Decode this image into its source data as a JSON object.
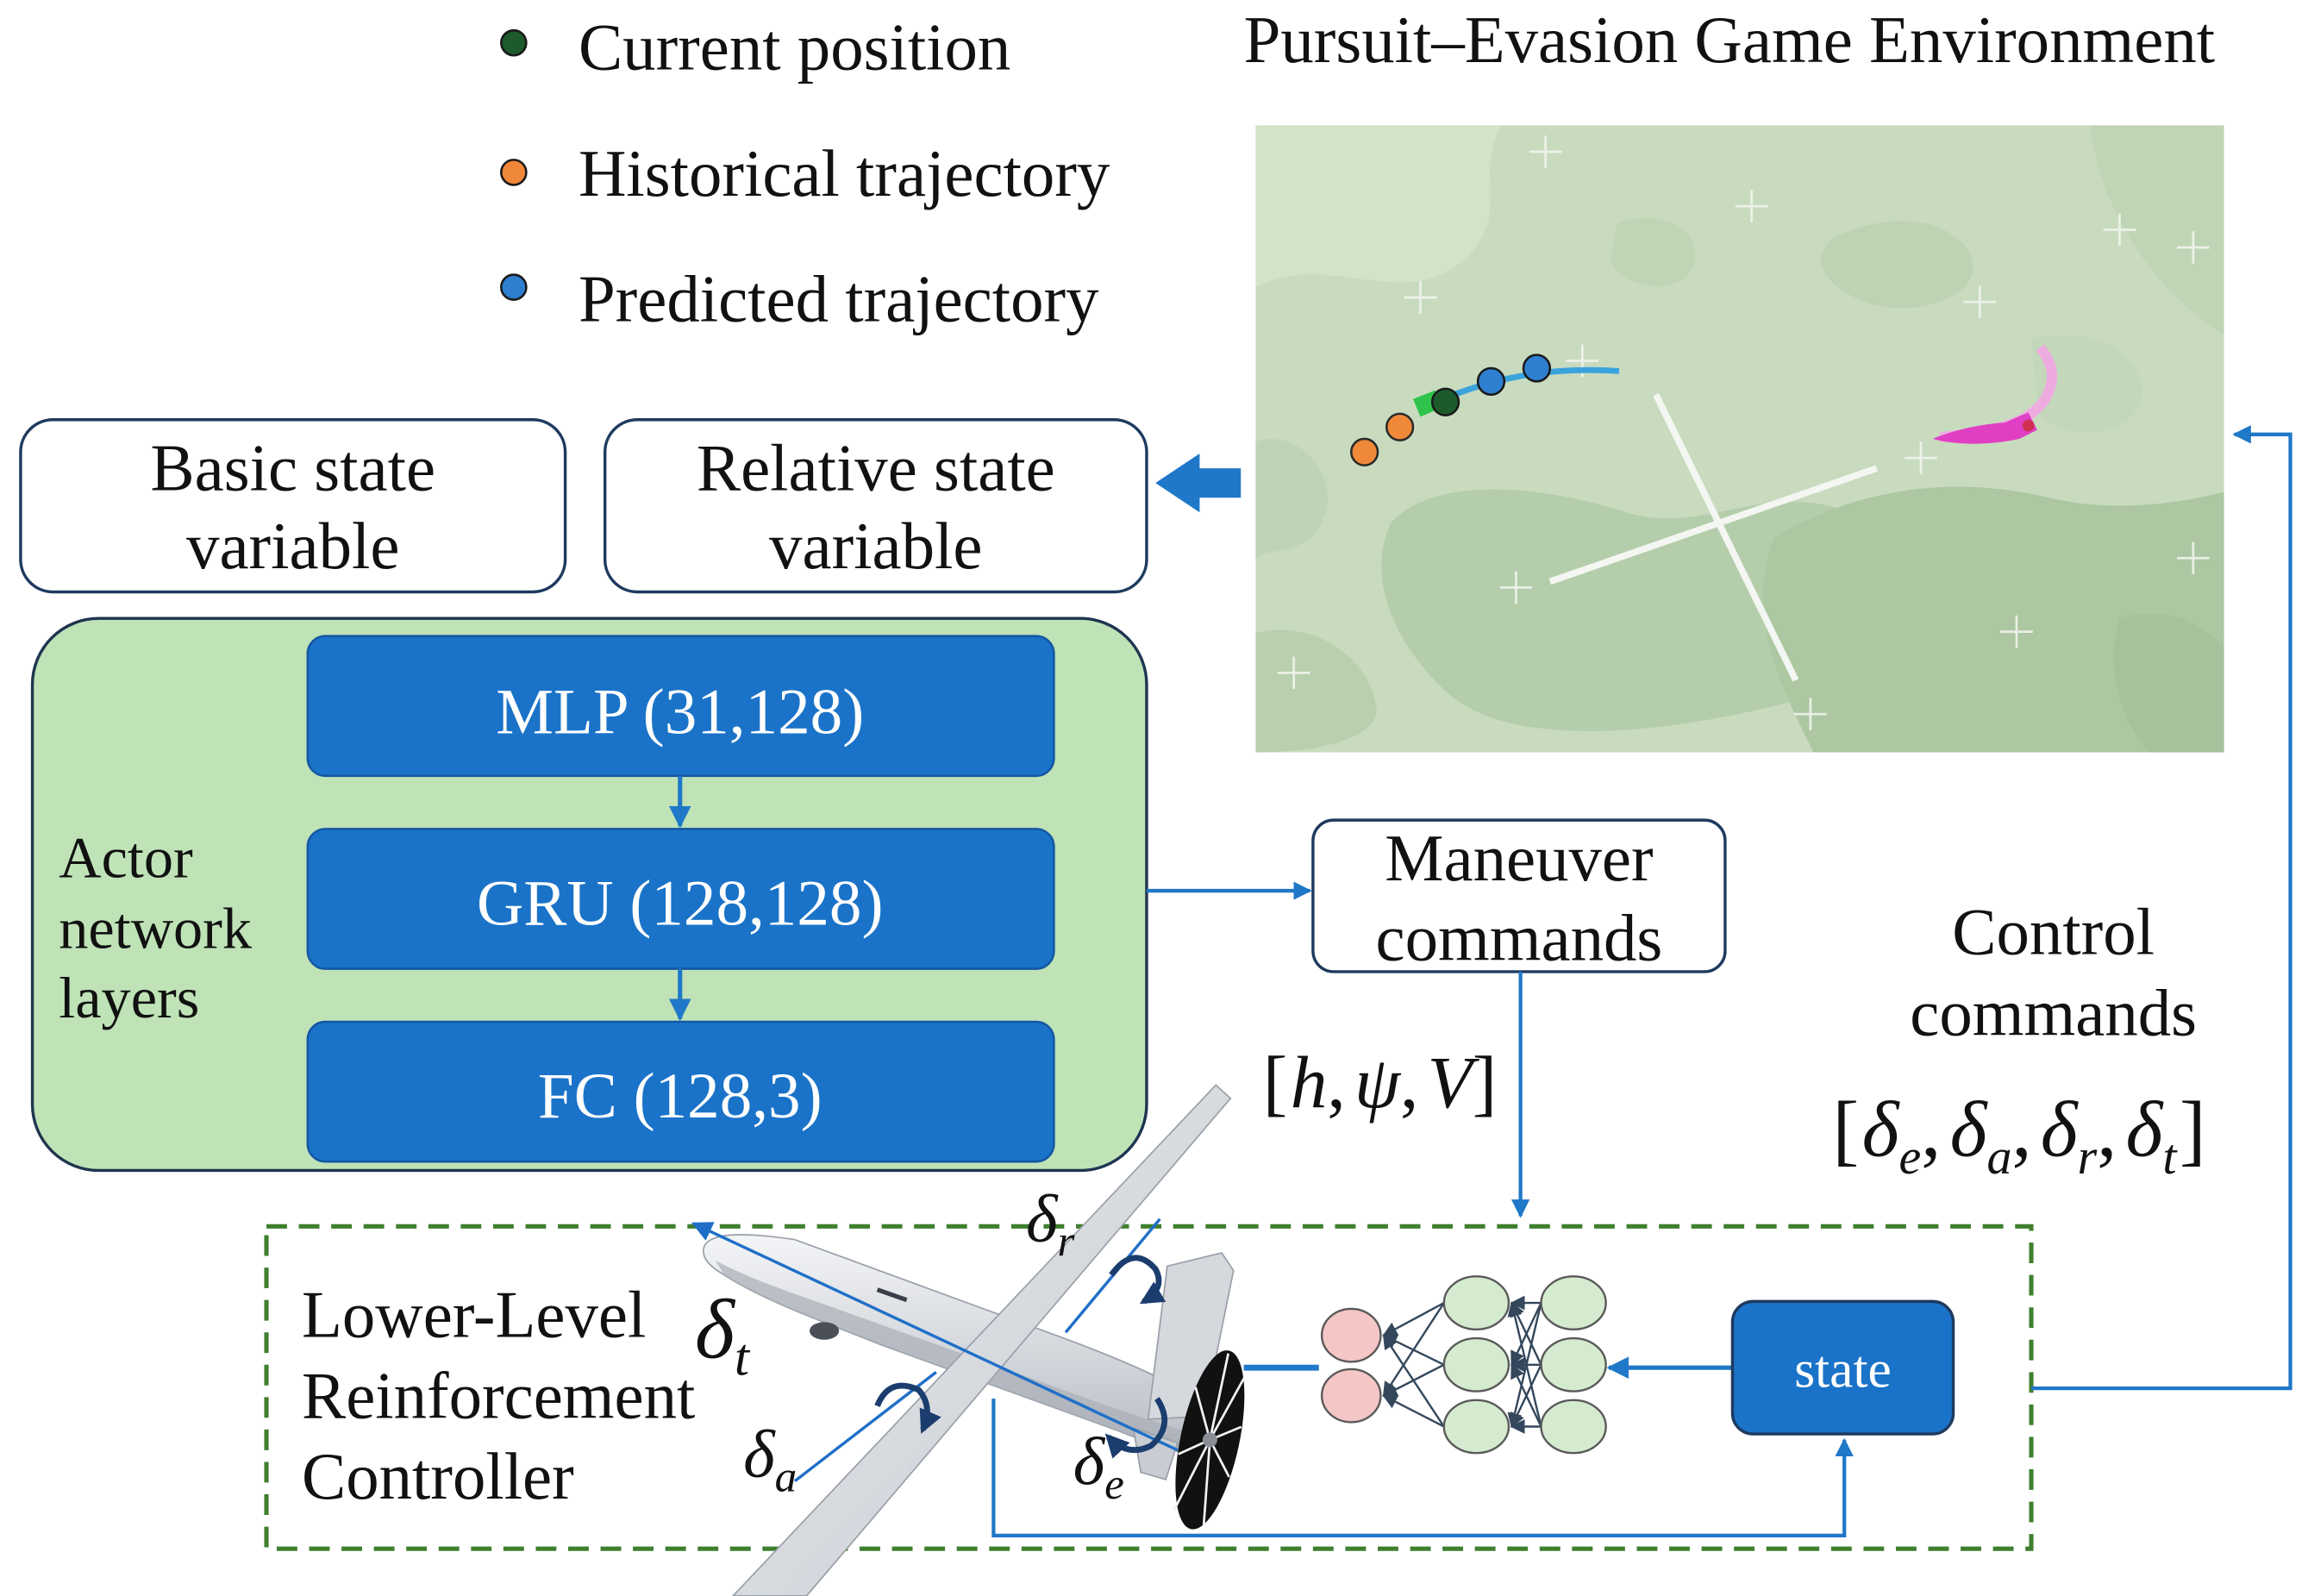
{
  "legend": {
    "items": [
      {
        "label": "Current position",
        "color": "#1d5a2c"
      },
      {
        "label": "Historical trajectory",
        "color": "#f0883a"
      },
      {
        "label": "Predicted trajectory",
        "color": "#2f7fd0"
      }
    ]
  },
  "environment": {
    "title": "Pursuit–Evasion Game Environment"
  },
  "state_variables": {
    "basic": {
      "lines": [
        "Basic state",
        "variable"
      ]
    },
    "relative": {
      "lines": [
        "Relative state",
        "variable"
      ]
    }
  },
  "actor_network": {
    "label_lines": [
      "Actor",
      "network",
      "layers"
    ],
    "layers": [
      "MLP (31,128)",
      "GRU (128,128)",
      "FC (128,3)"
    ]
  },
  "maneuver_commands": {
    "label_lines": [
      "Maneuver",
      "commands"
    ],
    "vector": {
      "open": "[",
      "separator": ",",
      "close": "]",
      "symbols": [
        "h",
        "ψ",
        "V"
      ]
    }
  },
  "lower_level_controller": {
    "label_lines": [
      "Lower-Level",
      "Reinforcement",
      "Controller"
    ],
    "state_label": "state",
    "control_surfaces": [
      {
        "symbol": "δ",
        "subscript": "t"
      },
      {
        "symbol": "δ",
        "subscript": "r"
      },
      {
        "symbol": "δ",
        "subscript": "a"
      },
      {
        "symbol": "δ",
        "subscript": "e"
      }
    ]
  },
  "control_commands": {
    "label_lines": [
      "Control",
      "commands"
    ],
    "vector": {
      "open": "[",
      "separator": ",",
      "close": "]",
      "symbol": "δ",
      "subscripts": [
        "e",
        "a",
        "r",
        "t"
      ]
    }
  },
  "colors": {
    "layer_box": "#1a73c8",
    "actor_panel": "#bfe3b7",
    "flow_arrow": "#1f78c8",
    "controller_border": "#3f7f2e",
    "input_node": "#f5c6c6",
    "hidden_node": "#d5ebcf"
  }
}
